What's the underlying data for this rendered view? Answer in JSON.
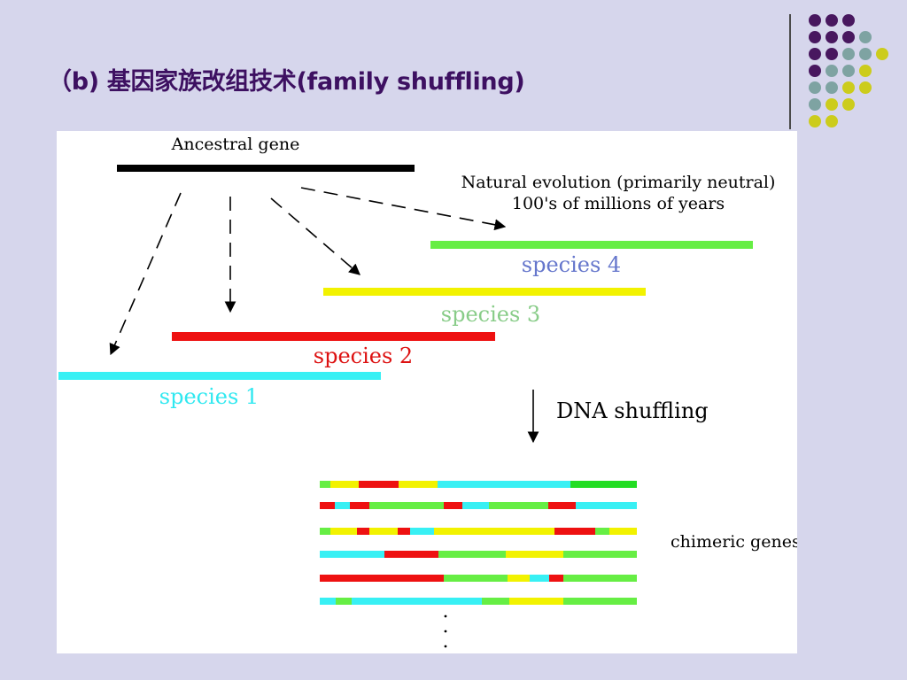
{
  "title": "（b) 基因家族改组技术(family shuffling)",
  "colors": {
    "background": "#d6d6ec",
    "title": "#3d1061",
    "purple_dot": "#48175f",
    "teal_dot": "#7ea3a2",
    "yellow_dot": "#cccc1c",
    "ancestral": "#000000",
    "species1": "#38f0f4",
    "species2": "#ee1111",
    "species3": "#f2f200",
    "species4": "#66ee44"
  },
  "diagram": {
    "ancestral_label": "Ancestral gene",
    "evolution_note_line1": "Natural evolution (primarily neutral)",
    "evolution_note_line2": "100's of millions of years",
    "species": [
      {
        "label": "species 1",
        "color": "#38f0f4",
        "label_color": "#30e8f0"
      },
      {
        "label": "species 2",
        "color": "#ee1111",
        "label_color": "#dd1111"
      },
      {
        "label": "species 3",
        "color": "#f2f200",
        "label_color": "#88cc88"
      },
      {
        "label": "species 4",
        "color": "#66ee44",
        "label_color": "#6677cc"
      }
    ],
    "shuffling_label": "DNA shuffling",
    "chimeric_label": "chimeric genes",
    "ellipsis": "·  ·  ·"
  }
}
